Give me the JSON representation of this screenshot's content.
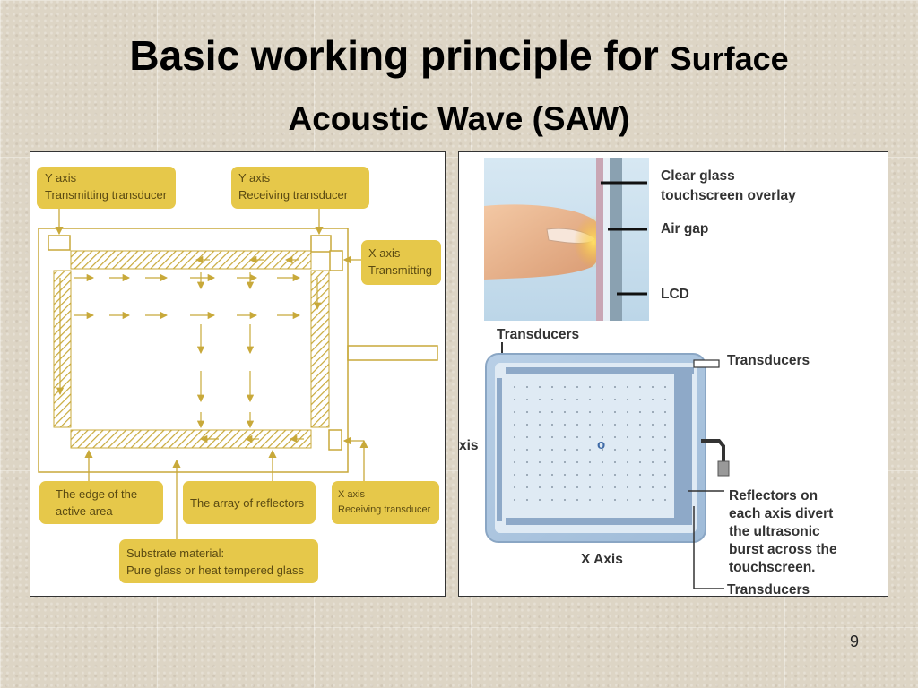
{
  "slide": {
    "title_regular": "Basic working principle for ",
    "title_bold": "Surface",
    "title_line2": "Acoustic Wave (SAW)",
    "page_number": "9"
  },
  "left_diagram": {
    "labels": {
      "y_tx": [
        "Y axis",
        "Transmitting transducer"
      ],
      "y_rx": [
        "Y axis",
        "Receiving transducer"
      ],
      "x_tx": [
        "X axis",
        "Transmitting"
      ],
      "edge": [
        "The edge of the",
        "active area"
      ],
      "reflectors": "The array of reflectors",
      "x_rx": [
        "X axis",
        "Receiving transducer"
      ],
      "substrate": [
        "Substrate material:",
        "Pure glass or heat tempered glass"
      ]
    }
  },
  "right_diagram": {
    "labels": {
      "clear_glass": [
        "Clear glass",
        "touchscreen overlay"
      ],
      "air_gap": "Air gap",
      "lcd": "LCD",
      "transducers_top": "Transducers",
      "transducers_right": "Transducers",
      "axis_left": "xis",
      "center_mark": "o",
      "reflectors_note": [
        "Reflectors on",
        "each axis divert",
        "the ultrasonic",
        "burst across the",
        "touchscreen."
      ],
      "transducers_bottom": "Transducers",
      "x_axis": "X Axis"
    }
  },
  "colors": {
    "label_box": "#e6c84a",
    "hatch": "#c8a93a",
    "label_text": "#5a4a12",
    "right_label_text": "#333333"
  }
}
